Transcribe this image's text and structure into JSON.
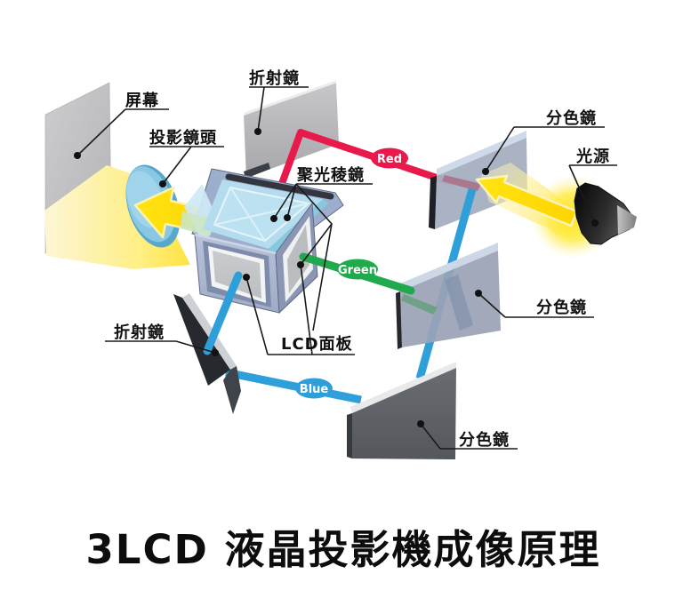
{
  "title": "3LCD 液晶投影機成像原理",
  "labels": {
    "screen": "屏幕",
    "refraction_mirror_top": "折射鏡",
    "refraction_mirror_bottom": "折射鏡",
    "projection_lens": "投影鏡頭",
    "condenser_prism": "聚光稜鏡",
    "dichroic_mirror_top": "分色鏡",
    "dichroic_mirror_middle": "分色鏡",
    "dichroic_mirror_bottom": "分色鏡",
    "light_source": "光源",
    "lcd_panel": "LCD面板"
  },
  "beams": {
    "red": {
      "label": "Red",
      "color": "#e81a4c"
    },
    "green": {
      "label": "Green",
      "color": "#21aa4d"
    },
    "blue": {
      "label": "Blue",
      "color": "#2f9fda"
    },
    "white_light": {
      "color": "#ffe000"
    }
  }
}
